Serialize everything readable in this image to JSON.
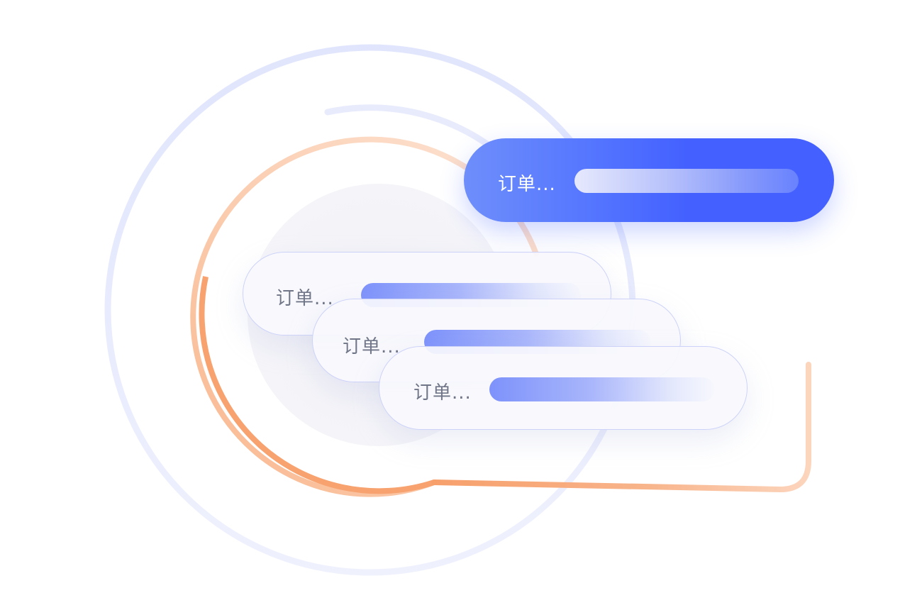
{
  "cards": [
    {
      "id": "card-1",
      "label": "订单..."
    },
    {
      "id": "card-2",
      "label": "订单..."
    },
    {
      "id": "card-3",
      "label": "订单..."
    },
    {
      "id": "card-active",
      "label": "订单..."
    }
  ],
  "colors": {
    "accent_blue": "#4461ff",
    "accent_orange": "#f7a06c",
    "ring_blue": "#dfe4fd"
  }
}
